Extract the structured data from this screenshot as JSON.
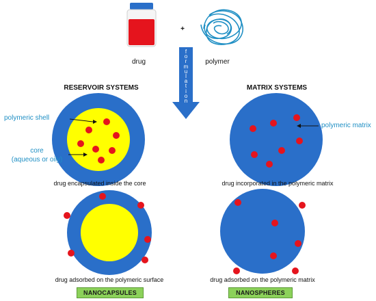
{
  "top": {
    "drug_label": "drug",
    "plus": "+",
    "polymer_label": "polymer"
  },
  "arrow": {
    "letters": [
      "f",
      "o",
      "r",
      "m",
      "u",
      "l",
      "a",
      "t",
      "i",
      "o",
      "n"
    ]
  },
  "headings": {
    "reservoir": "RESERVOIR SYSTEMS",
    "matrix": "MATRIX SYSTEMS"
  },
  "annotations": {
    "polymeric_shell": "polymeric shell",
    "core_line1": "core",
    "core_line2": "(aqueous or oily)",
    "polymeric_matrix": "polymeric matrix"
  },
  "captions": {
    "encapsulated": "drug encapsulated inside the core",
    "incorporated": "drug incorporated in the polymeric matrix",
    "adsorbed_surface": "drug adsorbed on the polymeric surface",
    "adsorbed_matrix": "drug adsorbed on the polymeric matrix"
  },
  "tags": {
    "nanocapsules": "NANOCAPSULES",
    "nanospheres": "NANOSPHERES"
  },
  "colors": {
    "shell_blue": "#2a6fc9",
    "core_yellow": "#ffff00",
    "drug_red": "#e5141d",
    "label_blue": "#1f8fc4",
    "tag_green": "#8cd15a"
  }
}
